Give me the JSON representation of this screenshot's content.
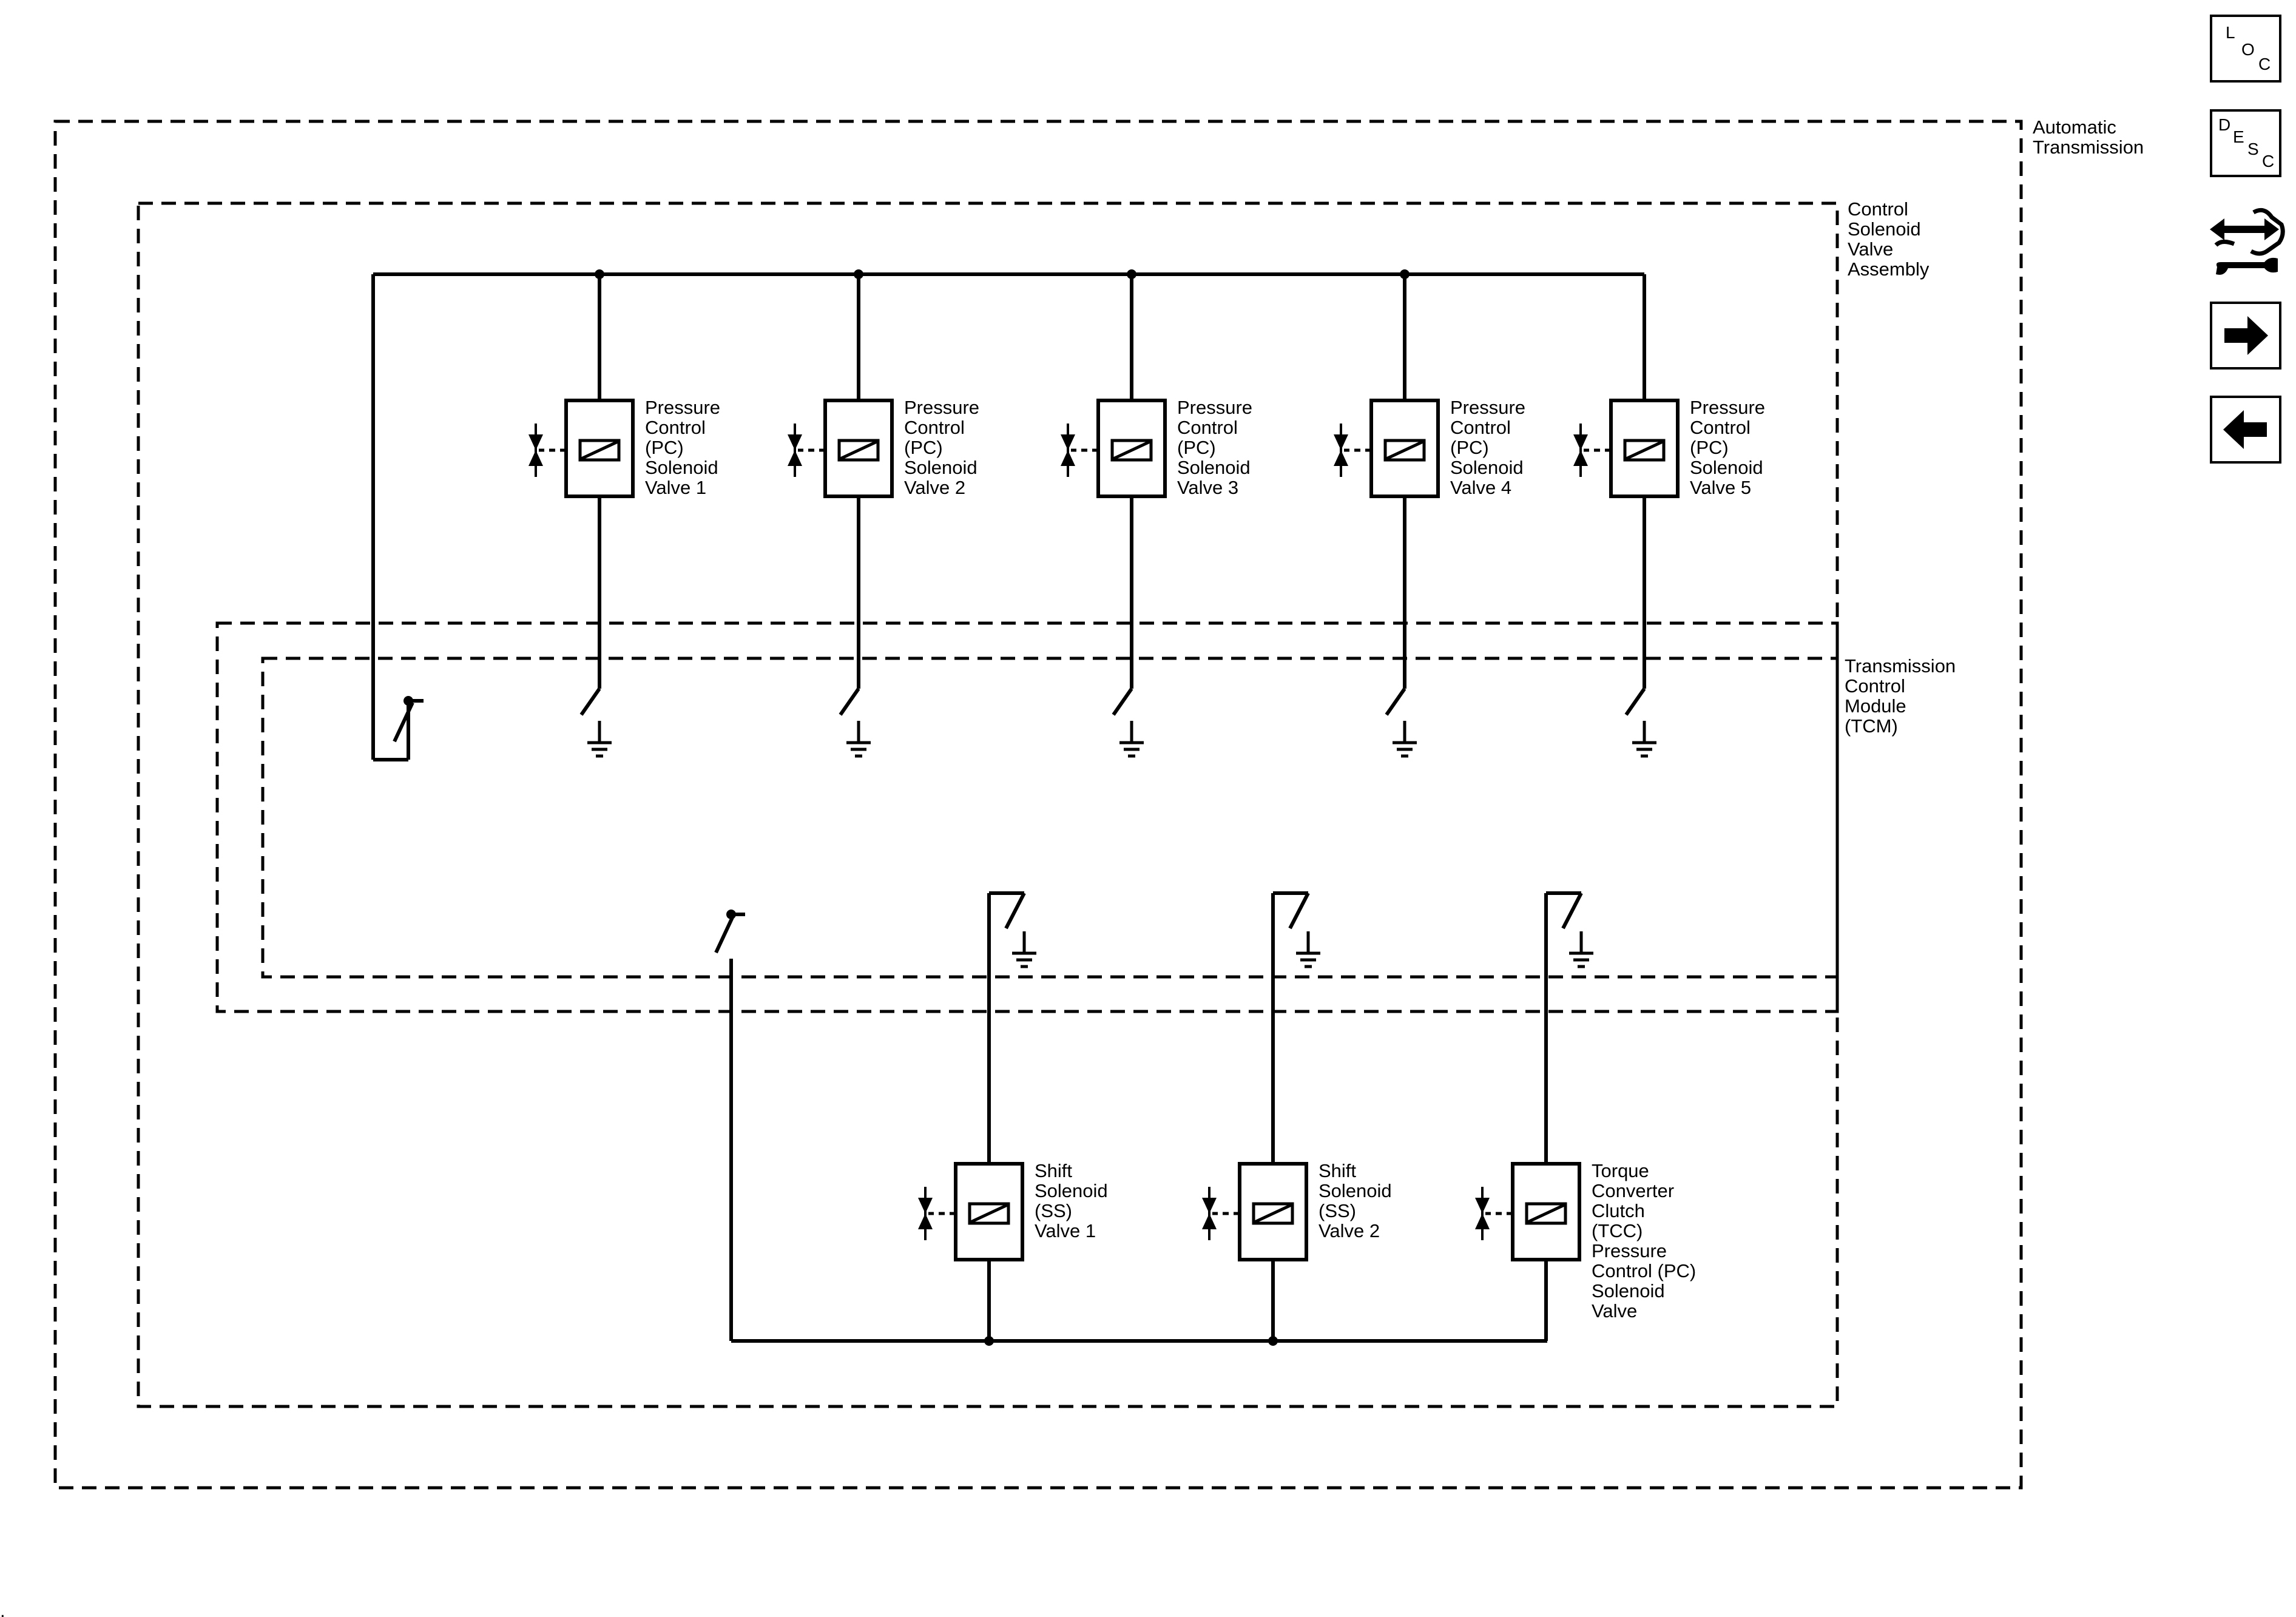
{
  "enclosures": {
    "automatic_transmission": "Automatic\nTransmission",
    "control_solenoid_valve_assembly": "Control\nSolenoid\nValve\nAssembly",
    "transmission_control_module": "Transmission\nControl\nModule\n(TCM)"
  },
  "top_solenoids": [
    {
      "label": "Pressure\nControl\n(PC)\nSolenoid\nValve 1"
    },
    {
      "label": "Pressure\nControl\n(PC)\nSolenoid\nValve 2"
    },
    {
      "label": "Pressure\nControl\n(PC)\nSolenoid\nValve 3"
    },
    {
      "label": "Pressure\nControl\n(PC)\nSolenoid\nValve 4"
    },
    {
      "label": "Pressure\nControl\n(PC)\nSolenoid\nValve 5"
    }
  ],
  "bottom_solenoids": [
    {
      "label": "Shift\nSolenoid\n(SS)\nValve 1"
    },
    {
      "label": "Shift\nSolenoid\n(SS)\nValve 2"
    },
    {
      "label": "Torque\nConverter\nClutch\n(TCC)\nPressure\nControl (PC)\nSolenoid\nValve"
    }
  ],
  "nav_buttons": [
    {
      "name": "loc-button",
      "letters": [
        "L",
        "O",
        "C"
      ]
    },
    {
      "name": "desc-button",
      "letters": [
        "D",
        "E",
        "S",
        "C"
      ]
    },
    {
      "name": "connector-end-view-button",
      "icon": "connector-wrench-icon"
    },
    {
      "name": "next-page-button",
      "icon": "arrow-right-icon"
    },
    {
      "name": "previous-page-button",
      "icon": "arrow-left-icon"
    }
  ]
}
